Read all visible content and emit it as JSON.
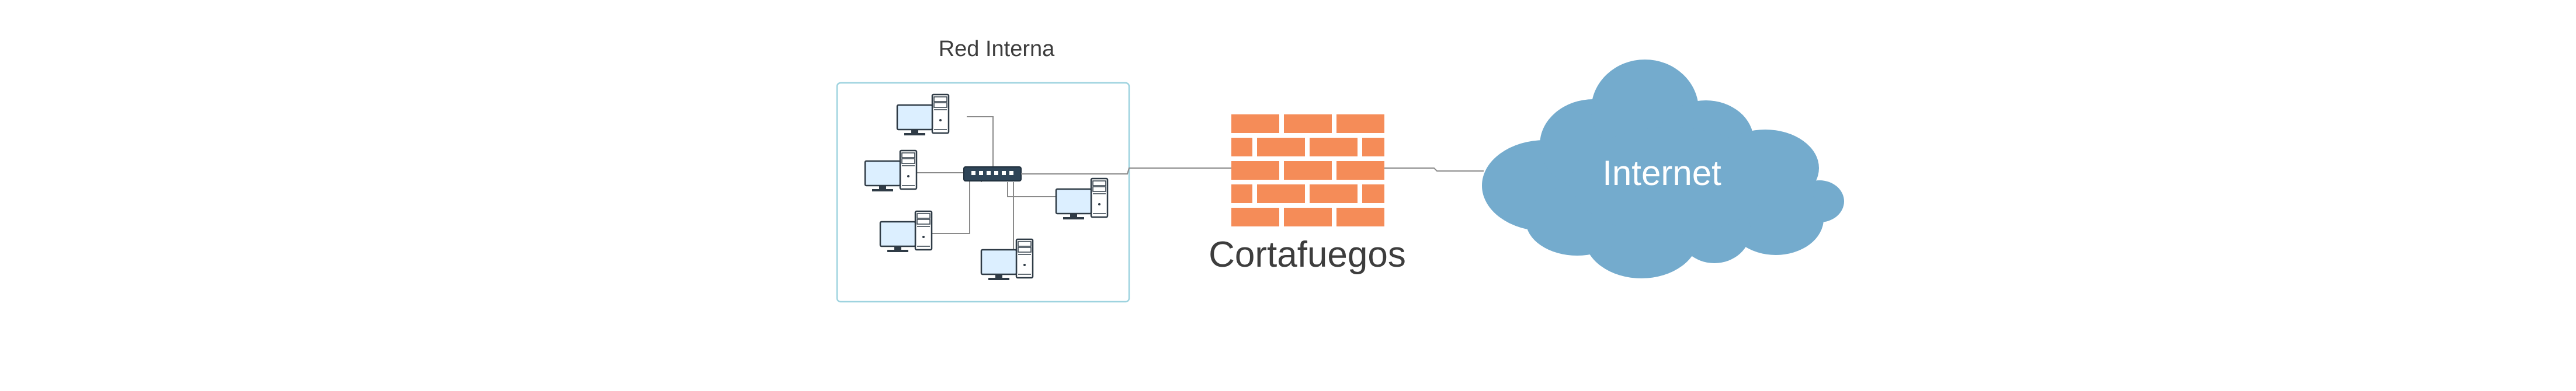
{
  "network_title": "Red Interna",
  "firewall_label": "Cortafuegos",
  "cloud_label": "Internet",
  "colors": {
    "background": "#ffffff",
    "network_box_border": "#9ed3df",
    "brick": "#f58c58",
    "cloud": "#74abcd",
    "cloud_text": "#ffffff",
    "label_text": "#3d3d3d",
    "monitor_screen": "#dcefff",
    "device_outline": "#2f3b46",
    "switch_body": "#2f4558",
    "cable": "#8a8a8a"
  },
  "icons": {
    "computers": [
      "computer-icon",
      "computer-icon",
      "computer-icon",
      "computer-icon",
      "computer-icon"
    ],
    "switch": "network-switch-icon",
    "firewall": "brick-wall-icon",
    "cloud": "cloud-icon"
  }
}
